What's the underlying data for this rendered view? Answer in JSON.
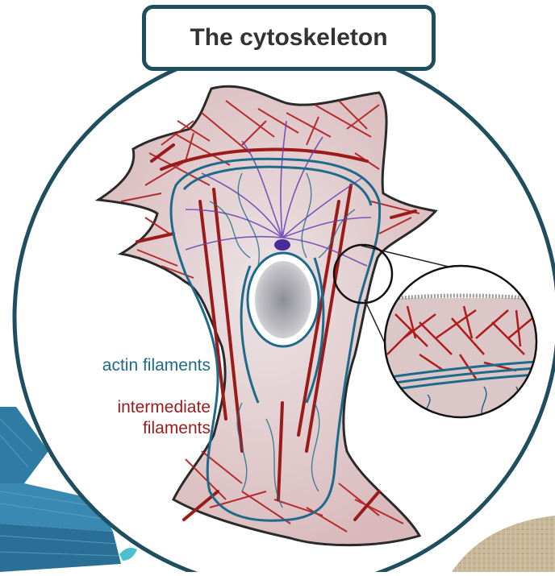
{
  "title": "The cytoskeleton",
  "labels": {
    "actin": "actin filaments",
    "intermediate_line1": "intermediate",
    "intermediate_line2": "filaments"
  },
  "colors": {
    "frame": "#1f4e5f",
    "actin": "#1d6a8a",
    "intermediate": "#9b1b1b",
    "microtubule": "#6a3fb0",
    "cell_fill": "#e6d0d0",
    "cell_edge": "#2a2a2a",
    "nucleus": "#9a9aa0",
    "accent_stripes": "#1e6a8c"
  }
}
